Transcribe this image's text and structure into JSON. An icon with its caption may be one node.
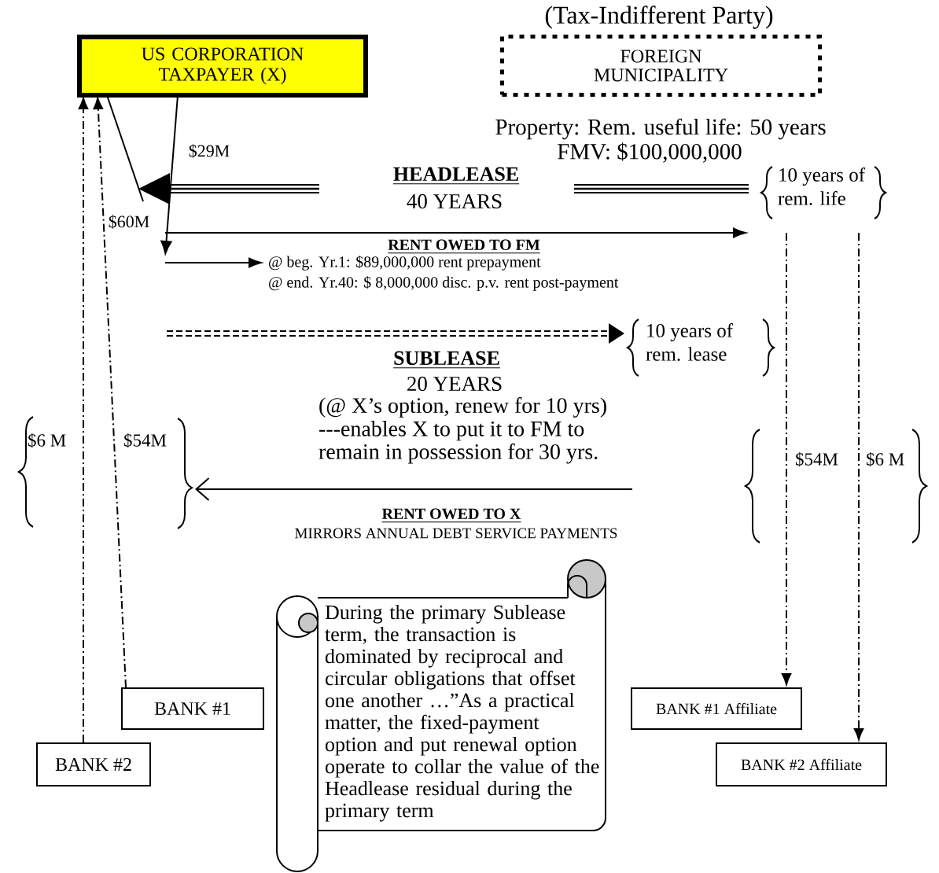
{
  "diagram": {
    "nodes": [
      {
        "text": [
          "US CORPORATION TAXPAYER (X)"
        ]
      },
      {
        "text": [
          "(Tax-Indifferent Party)",
          "FOREIGN MUNICIPALITY"
        ]
      },
      {
        "text": [
          "10 years of rem. life"
        ]
      },
      {
        "text": [
          "@ beg. Yr.1: $89,000,000 rent prepayment",
          "@ end. Yr.40: $ 8,000,000 disc. p.v. rent post-payment"
        ]
      },
      {
        "text": [
          "10 years of rem. lease"
        ]
      },
      {
        "text": [],
        "shape": "brace"
      },
      {
        "text": [
          "During the primary Sublease term, the transaction is dominated by reciprocal and circular obligations that offset one another …”As a practical matter, the fixed-payment option and put renewal option operate to collar the value of the Headlease residual during the primary term"
        ]
      },
      {
        "text": [
          "BANK #1"
        ]
      },
      {
        "text": [
          "BANK #1 Affiliate"
        ]
      },
      {
        "text": [
          "BANK #2"
        ]
      },
      {
        "text": [
          "BANK #2 Affiliate"
        ]
      }
    ],
    "edges": [
      {
        "from": 2,
        "to": null,
        "arrow": "to",
        "label": "HEADLEASE",
        "style": "thick"
      },
      {
        "from": 0,
        "to": null,
        "arrow": "none",
        "label": "$60M"
      },
      {
        "from": 0,
        "to": null,
        "arrow": "to",
        "label": "$29M"
      },
      {
        "from": null,
        "to": 2,
        "arrow": "to",
        "label": "RENT OWED TO FM"
      },
      {
        "from": null,
        "to": 3,
        "arrow": "to"
      },
      {
        "from": null,
        "to": 4,
        "arrow": "to",
        "label": "SUBLEASE",
        "style": "dashed"
      },
      {
        "from": null,
        "to": 5,
        "arrow": "to",
        "label": "RENT OWED TO X"
      },
      {
        "from": 7,
        "to": 0,
        "arrow": "to",
        "style": "dashed"
      },
      {
        "from": 9,
        "to": 0,
        "arrow": "to",
        "style": "dashed"
      },
      {
        "from": 2,
        "to": 8,
        "arrow": "to",
        "style": "dashed"
      },
      {
        "from": 2,
        "to": 10,
        "arrow": "to",
        "style": "dashed"
      }
    ],
    "labels": [
      "Property: Rem. useful life: 50 years",
      "FMV: $100,000,000",
      "40 YEARS",
      "20 YEARS",
      "(@ X’s option, renew for 10 yrs)",
      "---enables X to put it to FM to remain in possession for 30 yrs.",
      "$6 M",
      "$54M",
      "$54M",
      "$6 M",
      "MIRRORS ANNUAL DEBT SERVICE PAYMENTS"
    ]
  }
}
